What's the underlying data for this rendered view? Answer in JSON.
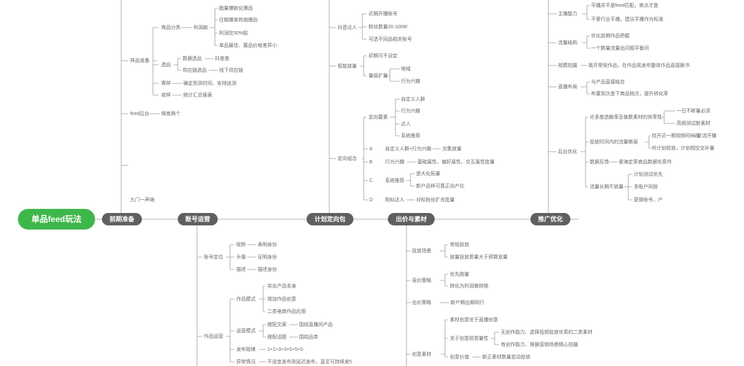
{
  "root": "单品feed玩法",
  "sections": {
    "prep": "前期准备",
    "account": "账号运营",
    "plan": "计划定向包",
    "bid": "出价与素材",
    "promo": "推广优化"
  },
  "prep": {
    "selection": "样品准备",
    "category": "商品分类",
    "profit_model": "利润款",
    "p1": "跑量爆款化爆品",
    "p2": "往期爆单热销爆品",
    "p3": "利润在50%起",
    "p4": "单品最佳、置品价格差异小",
    "source": "选品",
    "data_select": "数据选品",
    "douyin": "抖查查",
    "supply_select": "供应链选品",
    "offline": "线下供应链",
    "sample": "寄样",
    "sample_note": "确定到货时间、安排送测",
    "receive": "收样",
    "receive_note": "统计汇总报表",
    "feed": "feed后台",
    "feed_note": "保底两个",
    "gate": "九门一声嗨"
  },
  "plan": {
    "influencer": "抖音达人",
    "inf1": "近期开播账号",
    "inf2": "粉丝数量20-100W",
    "inf3": "可选不同品相关账号",
    "smart": "智能放量",
    "smart1": "初期可不设定",
    "smart2": "量级扩量",
    "smart2a": "地域",
    "smart2b": "行为兴趣",
    "elements": "定向要素",
    "el1": "自定义人群",
    "el2": "行为兴趣",
    "el3": "达人",
    "el4": "系统推荐",
    "combo": "定向组合",
    "a": "A",
    "a_text": "自定义人群+行为兴趣",
    "a_note": "交集放量",
    "b": "B",
    "b_text": "行为兴趣",
    "b_note": "基础属性、偏好属性、交互属性批量",
    "c": "C",
    "c_text": "系统推荐",
    "c1": "是大化拓量",
    "c2": "新户品样可靠正向产比",
    "d": "D",
    "d_text": "相似达人",
    "d_note": "对标粉丝扩充批量"
  },
  "promo": {
    "anchor": "主播能力",
    "anchor1": "平播并不是feed匹配，卖点才是",
    "anchor2": "不爱行业平播，建议平播作为标准",
    "traffic": "流量结构",
    "traffic1": "优化前期作品把握",
    "traffic2": "一个数量流量出问题平衡间",
    "regular": "规模拍摄",
    "regular_note": "我开常规作品，在作品观发布整体作品直接跟书",
    "live": "直播布局",
    "live1": "与产品直接结合",
    "live2": "布置到次查下商品档次，提升转化率",
    "backend": "后台优化",
    "b1": "论多度选触率及像数素材的效率性",
    "b1a": "一日不断量必须",
    "b1b": "高频测试新素材",
    "b2": "投放时间内的流量断层",
    "b2a": "找开近一期视频时间段",
    "b2a_note": "新流开播",
    "b2b": "听计划段放，计划相空交补量",
    "b3": "数据反馈",
    "b3_note": "渠海定率商品数据优质作",
    "b4": "流量长期不放量",
    "b4a": "计划测试优先",
    "b4b": "多账户同投",
    "b4c": "更换账号、户"
  },
  "account": {
    "positioning": "账号定位",
    "nick": "昵称",
    "nick_note": "表明身份",
    "avatar": "头像",
    "avatar_note": "证明身份",
    "desc": "描述",
    "desc_note": "描述身份",
    "ops": "作品运营",
    "mode": "作品模式",
    "mode1": "突出产品本身",
    "mode2": "增加作品创意",
    "mode3": "二类电商作品应用",
    "ops_mode": "运营模式",
    "ops1": "搭配文案",
    "ops1_note": "围绕直播间产品",
    "ops2": "搭配话题",
    "ops2_note": "围绕品类",
    "rhythm": "发布规律",
    "rhythm_note": "1+1+3+3+5+5+5",
    "abnormal": "异常情况",
    "abnormal_note": "不适宜发布则延迟发布，直至可持续发5"
  },
  "bid": {
    "scene": "投放场景",
    "scene1": "常规投放",
    "scene2": "放量投放质量大于预算放量",
    "strategy": "竞价策略",
    "st1": "优先跑量",
    "st2": "转化为利润做转赔",
    "bid_strategy": "出价策略",
    "bid_note": "新户期出期同行",
    "creative": "创意素材",
    "cr1": "素材创意优于直播创意",
    "cr2": "关于创意抢质量性",
    "cr2a": "无创作能力、选择低频投放优质的二类素材",
    "cr2b": "有创作能力、根据营销场景精心拍摄",
    "cr3": "创意价值",
    "cr3_note": "新正素材数量启动投放"
  },
  "colors": {
    "root": "#3eb74a",
    "section": "#5f5f5f",
    "line": "#9a9a9a",
    "text": "#666666"
  }
}
